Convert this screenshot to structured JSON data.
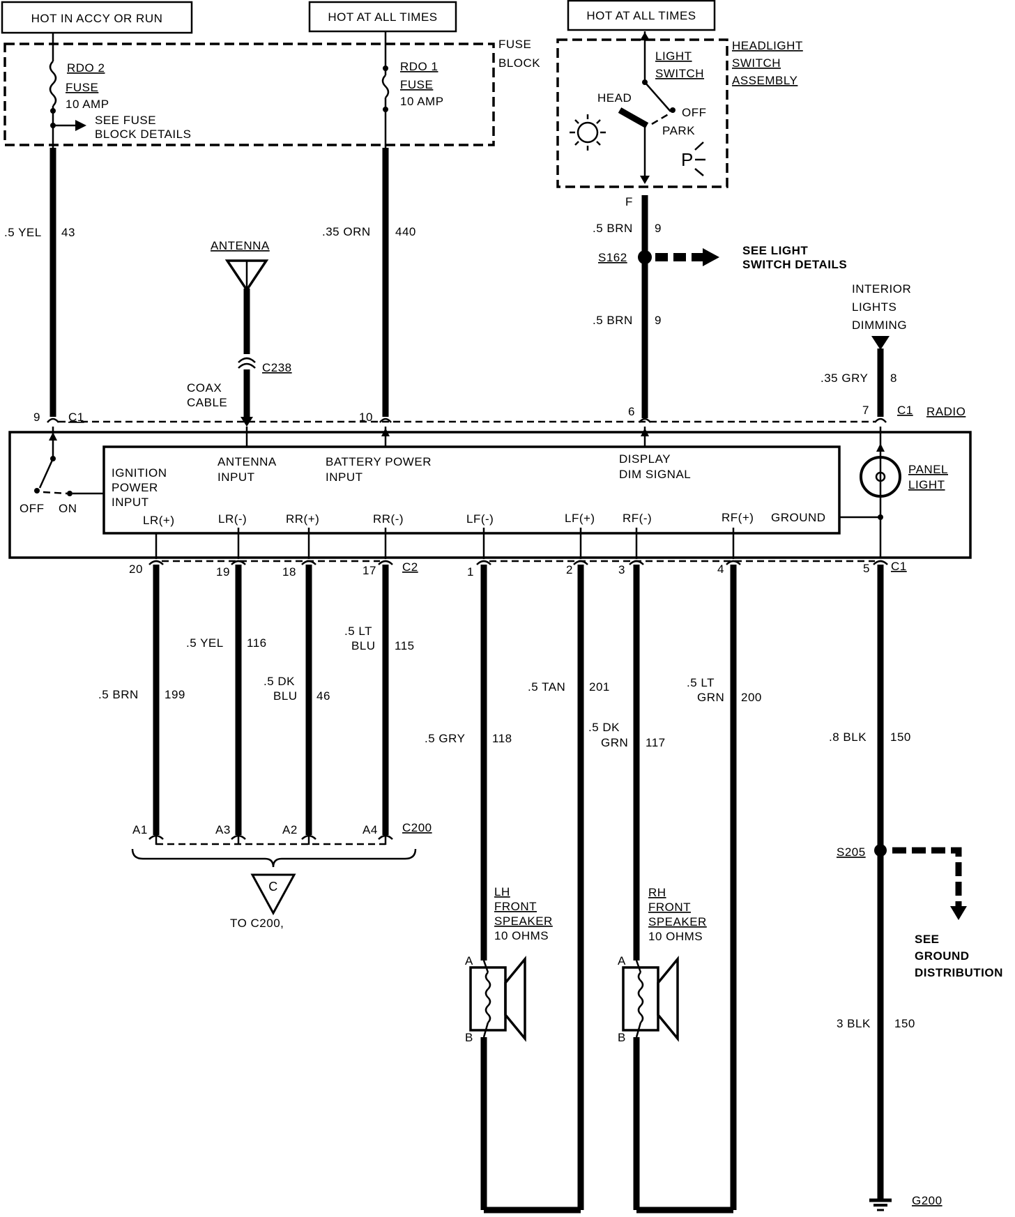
{
  "headers": {
    "hot_accy_run": "HOT IN ACCY OR RUN",
    "hot_all_times_1": "HOT AT ALL TIMES",
    "hot_all_times_2": "HOT AT ALL TIMES"
  },
  "fuse_block": {
    "label_1": "FUSE",
    "label_2": "BLOCK",
    "rdo2": {
      "name": "RDO 2",
      "type": "FUSE",
      "rating": "10 AMP"
    },
    "rdo1": {
      "name": "RDO 1",
      "type": "FUSE",
      "rating": "10 AMP"
    },
    "see_details_1": "SEE FUSE",
    "see_details_2": "BLOCK DETAILS"
  },
  "headlight_switch": {
    "assembly_1": "HEADLIGHT",
    "assembly_2": "SWITCH",
    "assembly_3": "ASSEMBLY",
    "light_1": "LIGHT",
    "light_2": "SWITCH",
    "head": "HEAD",
    "off": "OFF",
    "park": "PARK",
    "park_symbol": "P",
    "terminal": "F"
  },
  "wires": {
    "yel_43": {
      "size": ".5 YEL",
      "circuit": "43"
    },
    "orn_440": {
      "size": ".35 ORN",
      "circuit": "440"
    },
    "brn_9_top": {
      "size": ".5 BRN",
      "circuit": "9"
    },
    "brn_9_bottom": {
      "size": ".5 BRN",
      "circuit": "9"
    },
    "gry_8": {
      "size": ".35 GRY",
      "circuit": "8"
    },
    "brn_199": {
      "size": ".5 BRN",
      "circuit": "199"
    },
    "yel_116": {
      "size": ".5 YEL",
      "circuit": "116"
    },
    "dkblu_46": {
      "size_1": ".5 DK",
      "size_2": "BLU",
      "circuit": "46"
    },
    "ltblu_115": {
      "size_1": ".5 LT",
      "size_2": "BLU",
      "circuit": "115"
    },
    "gry_118": {
      "size": ".5 GRY",
      "circuit": "118"
    },
    "tan_201": {
      "size": ".5 TAN",
      "circuit": "201"
    },
    "dkgrn_117": {
      "size_1": ".5 DK",
      "size_2": "GRN",
      "circuit": "117"
    },
    "ltgrn_200": {
      "size_1": ".5 LT",
      "size_2": "GRN",
      "circuit": "200"
    },
    "blk_150_top": {
      "size": ".8 BLK",
      "circuit": "150"
    },
    "blk_150_bottom": {
      "size": "3 BLK",
      "circuit": "150"
    }
  },
  "antenna": {
    "label": "ANTENNA",
    "connector": "C238",
    "coax_1": "COAX",
    "coax_2": "CABLE"
  },
  "splices": {
    "s162": "S162",
    "s162_note_1": "SEE LIGHT",
    "s162_note_2": "SWITCH DETAILS",
    "s205": "S205",
    "ground_note_1": "SEE",
    "ground_note_2": "GROUND",
    "ground_note_3": "DISTRIBUTION",
    "g200": "G200"
  },
  "dimming": {
    "line_1": "INTERIOR",
    "line_2": "LIGHTS",
    "line_3": "DIMMING"
  },
  "radio": {
    "label": "RADIO",
    "c1": "C1",
    "c1_b": "C1",
    "c1_c": "C1",
    "c2": "C2",
    "pins_top": {
      "p9": "9",
      "p10": "10",
      "p6": "6",
      "p7": "7"
    },
    "off": "OFF",
    "on": "ON",
    "ignition_1": "IGNITION",
    "ignition_2": "POWER",
    "ignition_3": "INPUT",
    "antenna_1": "ANTENNA",
    "antenna_2": "INPUT",
    "battery_1": "BATTERY POWER",
    "battery_2": "INPUT",
    "display_1": "DISPLAY",
    "display_2": "DIM SIGNAL",
    "panel_1": "PANEL",
    "panel_2": "LIGHT",
    "outputs": {
      "lr_pos": "LR(+)",
      "lr_neg": "LR(-)",
      "rr_pos": "RR(+)",
      "rr_neg": "RR(-)",
      "lf_neg": "LF(-)",
      "lf_pos": "LF(+)",
      "rf_neg": "RF(-)",
      "rf_pos": "RF(+)",
      "ground": "GROUND"
    },
    "pins_bottom": {
      "p20": "20",
      "p19": "19",
      "p18": "18",
      "p17": "17",
      "p1": "1",
      "p2": "2",
      "p3": "3",
      "p4": "4",
      "p5": "5"
    }
  },
  "c200": {
    "label": "C200",
    "a1": "A1",
    "a3": "A3",
    "a2": "A2",
    "a4": "A4",
    "ref_letter": "C",
    "ref_text": "TO C200,"
  },
  "speakers": {
    "lh": {
      "line_1": "LH",
      "line_2": "FRONT",
      "line_3": "SPEAKER",
      "ohms": "10 OHMS",
      "pin_a": "A",
      "pin_b": "B"
    },
    "rh": {
      "line_1": "RH",
      "line_2": "FRONT",
      "line_3": "SPEAKER",
      "ohms": "10 OHMS",
      "pin_a": "A",
      "pin_b": "B"
    }
  }
}
